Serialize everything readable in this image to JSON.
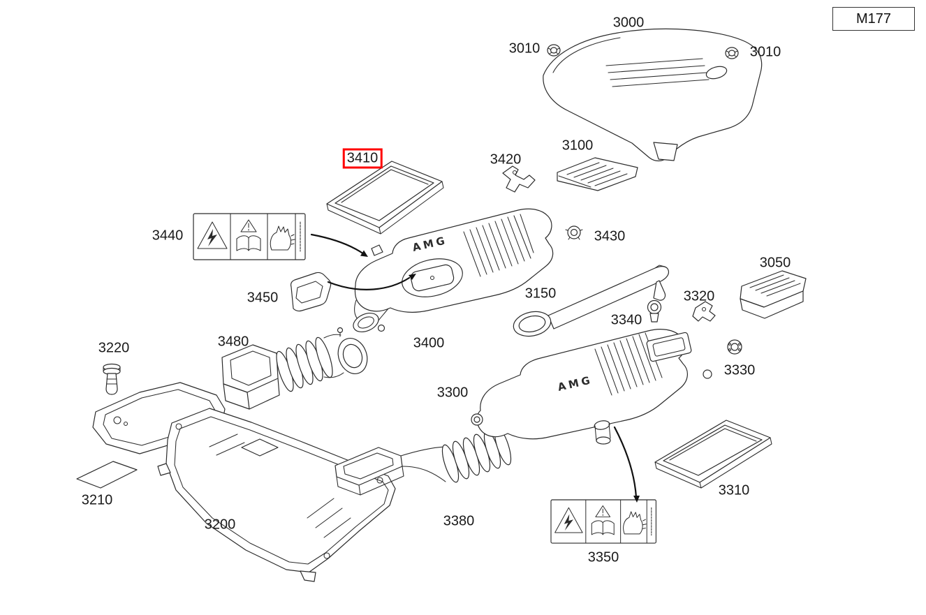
{
  "badge": {
    "label": "M177"
  },
  "colors": {
    "highlight": "#ff0000",
    "line": "#2b2b2b"
  },
  "drawing_text": {
    "amg": "AMG"
  },
  "parts": [
    {
      "id": "3000",
      "label": "3000",
      "highlighted": false
    },
    {
      "id": "3010-left",
      "label": "3010",
      "highlighted": false
    },
    {
      "id": "3010-right",
      "label": "3010",
      "highlighted": false
    },
    {
      "id": "3100",
      "label": "3100",
      "highlighted": false
    },
    {
      "id": "3410",
      "label": "3410",
      "highlighted": true
    },
    {
      "id": "3420",
      "label": "3420",
      "highlighted": false
    },
    {
      "id": "3440",
      "label": "3440",
      "highlighted": false
    },
    {
      "id": "3430",
      "label": "3430",
      "highlighted": false
    },
    {
      "id": "3050",
      "label": "3050",
      "highlighted": false
    },
    {
      "id": "3150",
      "label": "3150",
      "highlighted": false
    },
    {
      "id": "3450",
      "label": "3450",
      "highlighted": false
    },
    {
      "id": "3320",
      "label": "3320",
      "highlighted": false
    },
    {
      "id": "3340",
      "label": "3340",
      "highlighted": false
    },
    {
      "id": "3400",
      "label": "3400",
      "highlighted": false
    },
    {
      "id": "3220",
      "label": "3220",
      "highlighted": false
    },
    {
      "id": "3480",
      "label": "3480",
      "highlighted": false
    },
    {
      "id": "3330",
      "label": "3330",
      "highlighted": false
    },
    {
      "id": "3300",
      "label": "3300",
      "highlighted": false
    },
    {
      "id": "3310",
      "label": "3310",
      "highlighted": false
    },
    {
      "id": "3210",
      "label": "3210",
      "highlighted": false
    },
    {
      "id": "3200",
      "label": "3200",
      "highlighted": false
    },
    {
      "id": "3380",
      "label": "3380",
      "highlighted": false
    },
    {
      "id": "3350",
      "label": "3350",
      "highlighted": false
    }
  ]
}
